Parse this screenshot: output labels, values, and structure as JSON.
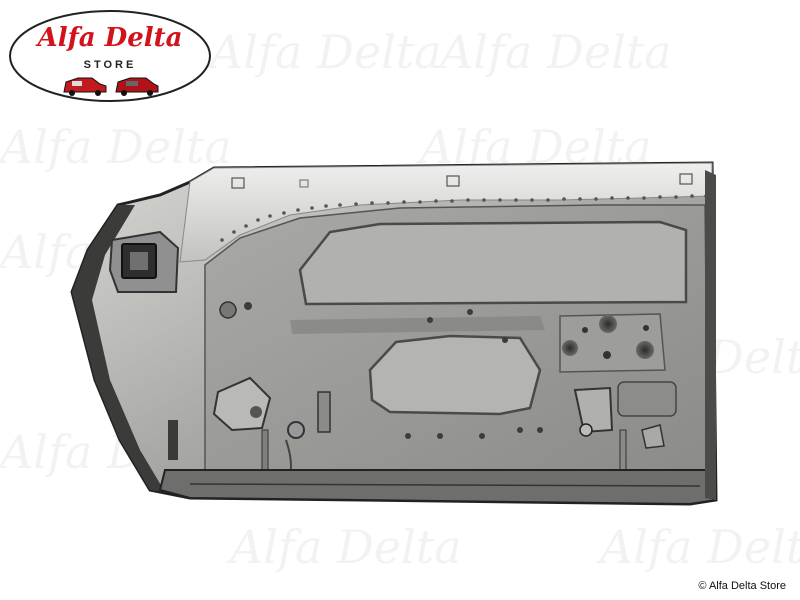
{
  "logo": {
    "brand_script": "Alfa Delta",
    "store_label": "STORE",
    "colors": {
      "script_red": "#d3131c",
      "ring": "#222222"
    }
  },
  "watermark_text": "Alfa Delta",
  "copyright": "© Alfa Delta Store",
  "product": {
    "subject": "car door shell (bare metal)",
    "colors": {
      "metal_light": "#c9c9c7",
      "metal_mid": "#9a9a97",
      "metal_dark": "#4d4d4b",
      "frame_edge": "#2a2a2a"
    }
  }
}
